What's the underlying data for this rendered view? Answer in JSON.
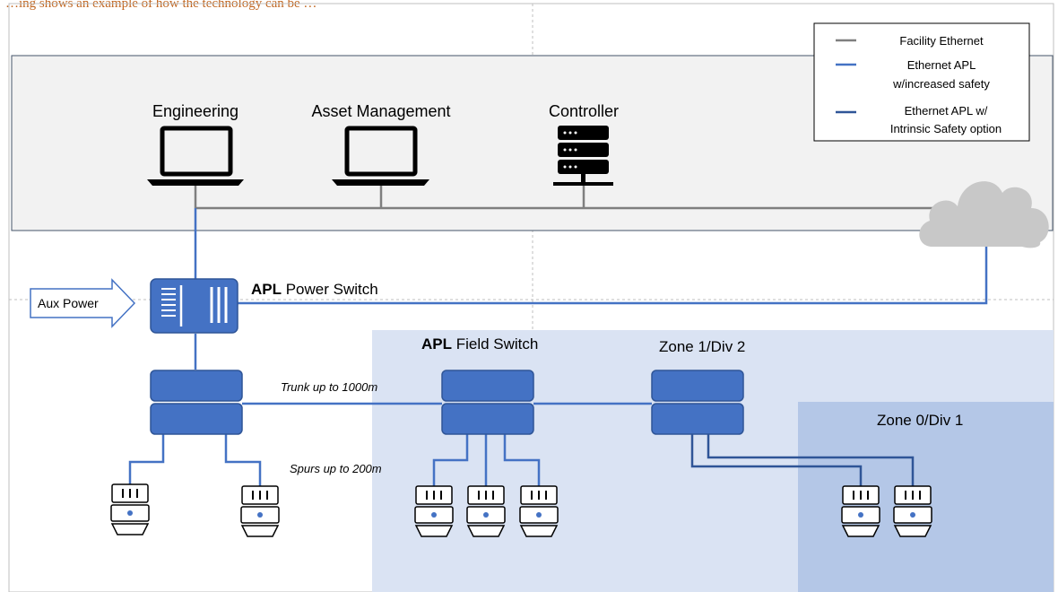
{
  "caption": "…ing shows an example of how the technology can be …",
  "legend": {
    "items": [
      {
        "label_lines": [
          "Facility Ethernet"
        ],
        "color": "#7f7f7f"
      },
      {
        "label_lines": [
          "Ethernet APL",
          "w/increased safety"
        ],
        "color": "#4472c4"
      },
      {
        "label_lines": [
          "Ethernet APL w/",
          "Intrinsic Safety option"
        ],
        "color": "#2f5597"
      }
    ]
  },
  "labels": {
    "engineering": "Engineering",
    "asset_management": "Asset Management",
    "controller": "Controller",
    "aux_power": "Aux Power",
    "power_switch_bold": "APL",
    "power_switch_rest": " Power Switch",
    "field_switch_bold": "APL",
    "field_switch_rest": " Field Switch",
    "zone1": "Zone 1/Div 2",
    "zone0": "Zone 0/Div 1",
    "trunk": "Trunk up to 1000m",
    "spurs": "Spurs up to 200m"
  },
  "colors": {
    "facility": "#7f7f7f",
    "apl": "#4472c4",
    "apl_dark": "#2f5597",
    "switch_fill": "#4472c4",
    "switch_stroke": "#2f5597",
    "zone1_fill": "#dae3f3",
    "zone0_fill": "#b4c7e7",
    "top_panel_fill": "#f2f2f2",
    "cloud": "#c8c8c8"
  }
}
